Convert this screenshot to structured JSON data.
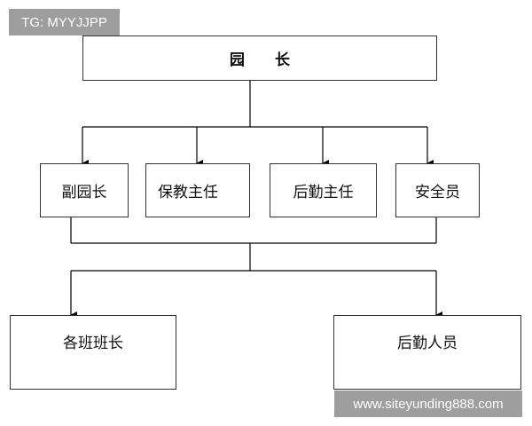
{
  "watermarks": {
    "top_left": "TG: MYYJJPP",
    "bottom_right": "www.siteyunding888.com"
  },
  "org_chart": {
    "root": "园 长",
    "level2": [
      "副园长",
      "保教主任",
      "后勤主任",
      "安全员"
    ],
    "level3": [
      "各班班长",
      "后勤人员"
    ]
  },
  "colors": {
    "line": "#000000",
    "box_border": "#333333",
    "watermark_bg": "#9e9e9e"
  }
}
